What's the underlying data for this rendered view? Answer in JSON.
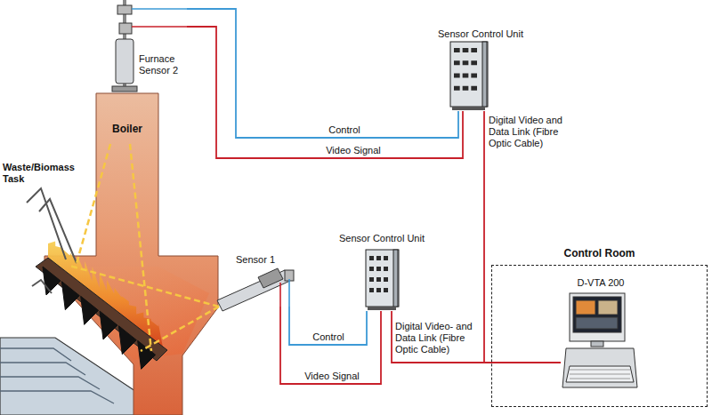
{
  "diagram": {
    "nodes": [
      {
        "text": [
          "Furnace Sensor 2"
        ]
      },
      {
        "text": [
          "Boiler"
        ]
      },
      {
        "text": [
          "Sensor Control Unit"
        ]
      },
      {
        "text": [
          "Sensor 1"
        ]
      },
      {
        "text": [
          "Sensor Control Unit"
        ]
      },
      {
        "text": [
          "Control Room"
        ]
      },
      {
        "text": [
          "D-VTA 200"
        ],
        "in": 5
      }
    ],
    "edges": [
      {
        "from": 0,
        "to": 2,
        "label": "Control",
        "arrow": "none"
      },
      {
        "from": 0,
        "to": 2,
        "label": "Video Signal",
        "arrow": "none"
      },
      {
        "from": 3,
        "to": 4,
        "label": "Control",
        "arrow": "none"
      },
      {
        "from": 3,
        "to": 4,
        "label": "Video Signal",
        "arrow": "none"
      },
      {
        "from": 2,
        "to": 6,
        "label": "Digital Video and Data Link (Fibre Optic Cable)",
        "arrow": "none"
      },
      {
        "from": 4,
        "to": 6,
        "label": "Digital Video- and Data Link (Fibre Optic Cable)",
        "arrow": "none"
      }
    ],
    "labels": [
      "Waste/Biomass Task"
    ]
  }
}
